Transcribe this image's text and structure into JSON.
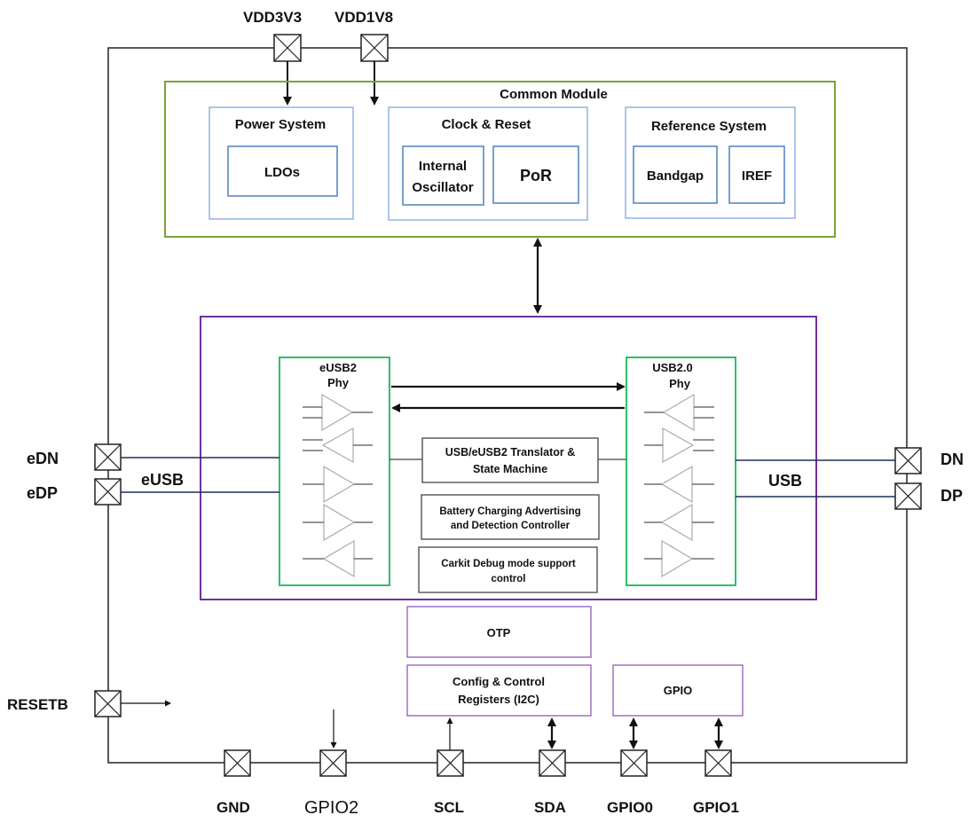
{
  "pins": {
    "vdd3v3": "VDD3V3",
    "vdd1v8": "VDD1V8",
    "edn": "eDN",
    "edp": "eDP",
    "dn": "DN",
    "dp": "DP",
    "resetb": "RESETB",
    "gnd": "GND",
    "gpio2": "GPIO2",
    "scl": "SCL",
    "sda": "SDA",
    "gpio0": "GPIO0",
    "gpio1": "GPIO1"
  },
  "common_module": {
    "title": "Common Module",
    "power_system": {
      "title": "Power System",
      "ldos": "LDOs"
    },
    "clock_reset": {
      "title": "Clock & Reset",
      "osc_line1": "Internal",
      "osc_line2": "Oscillator",
      "por": "PoR"
    },
    "reference_system": {
      "title": "Reference System",
      "bandgap": "Bandgap",
      "iref": "IREF"
    }
  },
  "usb_core": {
    "eusb2_phy_line1": "eUSB2",
    "eusb2_phy_line2": "Phy",
    "usb2_phy_line1": "USB2.0",
    "usb2_phy_line2": "Phy",
    "translator_line1": "USB/eUSB2 Translator &",
    "translator_line2": "State Machine",
    "battery_line1": "Battery Charging Advertising",
    "battery_line2": "and Detection Controller",
    "carkit_line1": "Carkit Debug mode support",
    "carkit_line2": "control"
  },
  "bus_labels": {
    "eusb": "eUSB",
    "usb": "USB"
  },
  "lower_blocks": {
    "otp": "OTP",
    "config_line1": "Config & Control",
    "config_line2": "Registers (I2C)",
    "gpio": "GPIO"
  },
  "colors": {
    "common_module_border": "#7aa23a",
    "subsystem_border": "#8fb4e3",
    "inner_box_border": "#4f81bd",
    "usb_core_border": "#7030a0",
    "phy_border": "#2fbf6a",
    "lower_block_border": "#a070c0",
    "line": "#111111",
    "signal_line": "#1f2f5a"
  }
}
